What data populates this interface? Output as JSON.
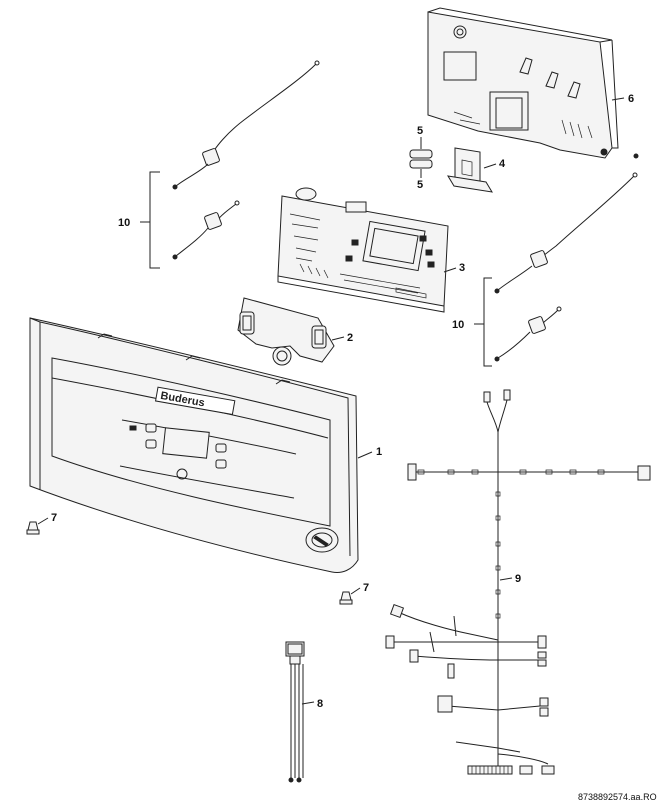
{
  "brand": "Buderus",
  "doc_ref": "8738892574.aa.RO",
  "callouts": {
    "c1": "1",
    "c2": "2",
    "c3": "3",
    "c4": "4",
    "c5a": "5",
    "c5b": "5",
    "c6": "6",
    "c7a": "7",
    "c7b": "7",
    "c8": "8",
    "c9": "9",
    "c10a": "10",
    "c10b": "10"
  }
}
